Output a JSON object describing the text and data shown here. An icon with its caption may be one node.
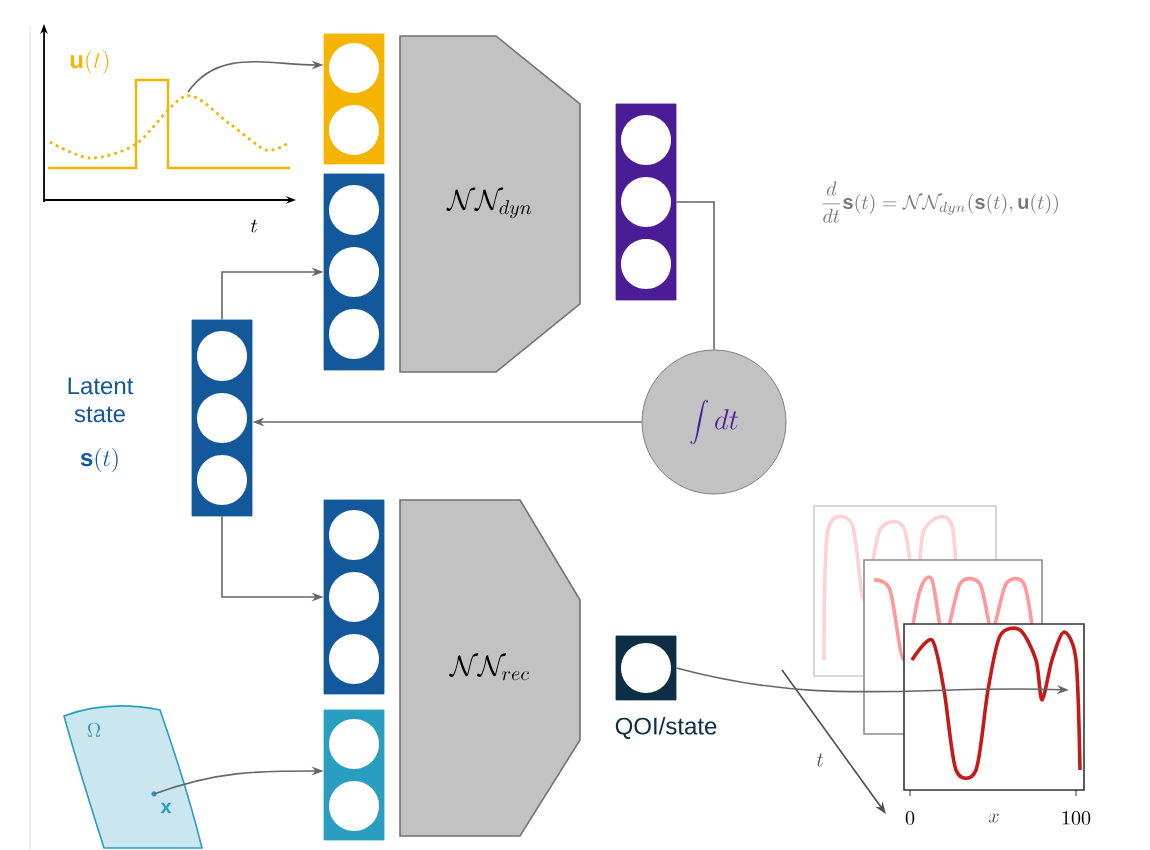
{
  "diagram": {
    "nodes": [
      {
        "text": [
          "\\mathbf{u}(t)"
        ]
      },
      {
        "text": [],
        "shape": "box"
      },
      {
        "text": [],
        "shape": "box"
      },
      {
        "text": [
          "\\mathcal{N}\\mathcal{N}_{dyn}"
        ]
      },
      {
        "text": [],
        "shape": "box"
      },
      {
        "text": [
          "\\int dt"
        ]
      },
      {
        "text": [],
        "shape": "box",
        "beside": [
          "Latent state",
          "\\mathbf{s}(t)"
        ]
      },
      {
        "text": [],
        "shape": "box"
      },
      {
        "text": [
          "\\mathcal{N}\\mathcal{N}_{rec}"
        ]
      },
      {
        "text": [],
        "shape": "box"
      },
      {
        "text": [
          "\\Omega",
          "\\mathbf{x}"
        ]
      },
      {
        "text": [],
        "shape": "box",
        "beside": [
          "QOI/state"
        ]
      },
      {
        "text": [],
        "shape": "picture"
      }
    ],
    "edges": [
      {
        "from": 0,
        "to": 1,
        "arrow": "to"
      },
      {
        "from": 6,
        "to": 2,
        "arrow": "to"
      },
      {
        "from": 4,
        "to": 5,
        "arrow": "none"
      },
      {
        "from": 5,
        "to": 6,
        "arrow": "to"
      },
      {
        "from": 6,
        "to": 7,
        "arrow": "to"
      },
      {
        "from": 10,
        "to": 9,
        "arrow": "to"
      },
      {
        "from": 11,
        "to": 12,
        "arrow": "to"
      }
    ],
    "labels": [
      "t",
      "\\frac{d}{dt}\\mathbf{s}(t)=\\mathcal{N}\\mathcal{N}_{dyn}(\\mathbf{s}(t),\\mathbf{u}(t))",
      "t",
      "0",
      "x",
      "100"
    ]
  }
}
